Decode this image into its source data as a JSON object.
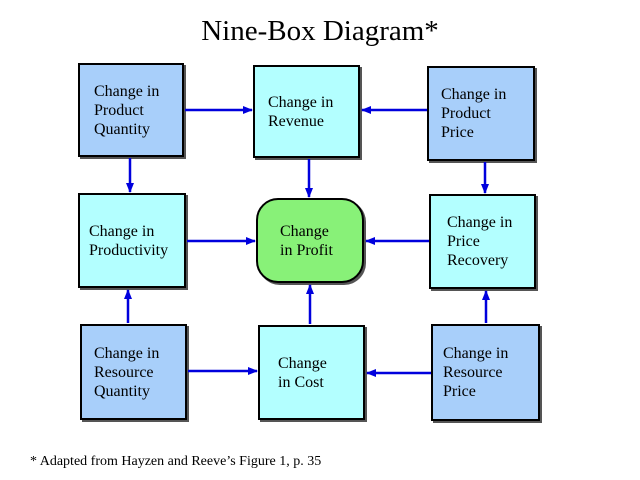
{
  "title": "Nine-Box Diagram*",
  "colors": {
    "outer_box_fill": "#a8cffa",
    "inner_box_fill": "#b3ffff",
    "center_box_fill": "#88f178",
    "arrow": "#0000dd"
  },
  "boxes": {
    "product_quantity": "Change in\nProduct\nQuantity",
    "revenue": "Change in\nRevenue",
    "product_price": "Change in\nProduct\nPrice",
    "productivity": "Change in\nProductivity",
    "profit": "Change\nin Profit",
    "price_recovery": "Change in\nPrice\nRecovery",
    "resource_quantity": "Change in\nResource\nQuantity",
    "cost": "Change\nin Cost",
    "resource_price": "Change in\nResource\nPrice"
  },
  "footnote": "* Adapted from Hayzen and Reeve’s Figure 1, p. 35"
}
